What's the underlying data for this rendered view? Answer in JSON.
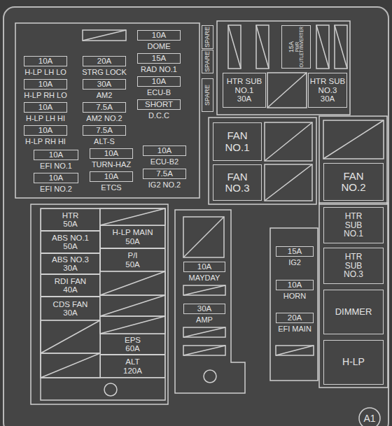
{
  "diagram": {
    "nodes": [
      {
        "text": [
          "10A",
          "DOME"
        ]
      },
      {
        "text": [
          "SPARE"
        ]
      },
      {
        "text": [
          "SPARE"
        ]
      },
      {
        "text": [
          "15A",
          "PWR OUTLET/INVERTER"
        ]
      },
      {
        "text": [
          "10A",
          "H-LP LH LO"
        ]
      },
      {
        "text": [
          "20A",
          "STRG LOCK"
        ]
      },
      {
        "text": [
          "15A",
          "RAD NO.1"
        ]
      },
      {
        "text": [
          "SPARE"
        ]
      },
      {
        "text": [
          "HTR SUB NO.1",
          "30A"
        ]
      },
      {
        "text": [
          "HTR SUB NO.3",
          "30A"
        ]
      },
      {
        "text": [
          "10A",
          "H-LP RH LO"
        ]
      },
      {
        "text": [
          "30A",
          "AM2"
        ]
      },
      {
        "text": [
          "10A",
          "ECU-B"
        ]
      },
      {
        "text": [
          "10A",
          "H-LP LH HI"
        ]
      },
      {
        "text": [
          "7.5A",
          "AM2 NO.2"
        ]
      },
      {
        "text": [
          "SHORT",
          "D.C.C"
        ]
      },
      {
        "text": [
          "FAN NO.1"
        ]
      },
      {
        "text": [
          "10A",
          "H-LP RH HI"
        ]
      },
      {
        "text": [
          "7.5A",
          "ALT-S"
        ]
      },
      {
        "text": [
          "10A",
          "EFI NO.1"
        ]
      },
      {
        "text": [
          "10A",
          "TURN-HAZ"
        ]
      },
      {
        "text": [
          "10A",
          "ECU-B2"
        ]
      },
      {
        "text": [
          "FAN NO.3"
        ]
      },
      {
        "text": [
          "FAN NO.2"
        ]
      },
      {
        "text": [
          "10A",
          "EFI NO.2"
        ]
      },
      {
        "text": [
          "10A",
          "ETCS"
        ]
      },
      {
        "text": [
          "7.5A",
          "IG2 NO.2"
        ]
      },
      {
        "text": [
          "HTR SUB NO.1"
        ]
      },
      {
        "text": [
          "HTR",
          "50A"
        ]
      },
      {
        "text": [
          "H-LP MAIN",
          "50A"
        ]
      },
      {
        "text": [
          "ABS NO.1",
          "50A"
        ]
      },
      {
        "text": [
          "P/I",
          "50A"
        ]
      },
      {
        "text": [
          "ABS NO.3",
          "30A"
        ]
      },
      {
        "text": [
          "HTR SUB NO.3"
        ]
      },
      {
        "text": [
          "15A",
          "IG2"
        ]
      },
      {
        "text": [
          "10A",
          "MAYDAY"
        ]
      },
      {
        "text": [
          "RDI FAN",
          "40A"
        ]
      },
      {
        "text": [
          "10A",
          "HORN"
        ]
      },
      {
        "text": [
          "CDS FAN",
          "30A"
        ]
      },
      {
        "text": [
          "DIMMER"
        ]
      },
      {
        "text": [
          "30A",
          "AMP"
        ]
      },
      {
        "text": [
          "20A",
          "EFI MAIN"
        ]
      },
      {
        "text": [
          "EPS",
          "60A"
        ]
      },
      {
        "text": [
          "H-LP"
        ]
      },
      {
        "text": [
          "ALT",
          "120A"
        ]
      }
    ],
    "labels": [
      "A1"
    ]
  }
}
